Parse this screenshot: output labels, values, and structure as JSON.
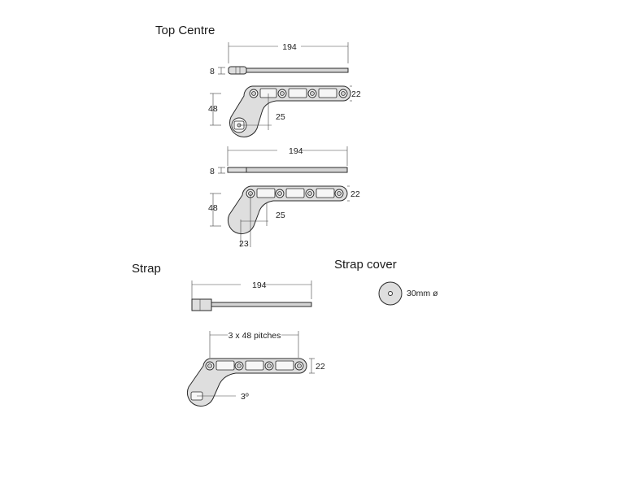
{
  "sections": {
    "top_centre": {
      "title": "Top Centre"
    },
    "strap": {
      "title": "Strap"
    },
    "strap_cover": {
      "title": "Strap cover",
      "size_label": "30mm ø"
    }
  },
  "dimensions": {
    "length_1": "194",
    "thickness_1": "8",
    "width_1": "22",
    "offset_1": "48",
    "radius_1": "25",
    "length_2": "194",
    "thickness_2": "8",
    "width_2": "22",
    "offset_2": "48",
    "radius_2": "25",
    "pivot_2": "23",
    "length_3": "194",
    "pitches": "3 x 48 pitches",
    "width_3": "22",
    "angle_3": "3º"
  },
  "colors": {
    "part_fill": "#dedede",
    "line": "#2a2a2a",
    "background": "#ffffff"
  }
}
